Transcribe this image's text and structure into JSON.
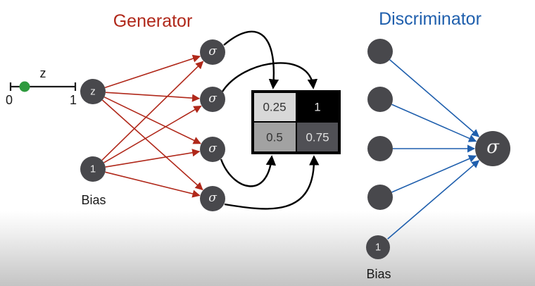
{
  "colors": {
    "generator": "#b0281a",
    "discriminator": "#1f5fad",
    "node": "#48484c",
    "latent_dot": "#2e9a3e",
    "curve": "#000000"
  },
  "generator": {
    "title": "Generator",
    "latent": {
      "variable_label": "z",
      "axis_min_label": "0",
      "axis_max_label": "1",
      "value": 0.25
    },
    "inputs": [
      {
        "label": "z"
      },
      {
        "label": "1",
        "caption": "Bias"
      }
    ],
    "hidden": [
      {
        "label": "σ"
      },
      {
        "label": "σ"
      },
      {
        "label": "σ"
      },
      {
        "label": "σ"
      }
    ]
  },
  "image_grid": {
    "cells": [
      {
        "value": "0.25",
        "fill": "#d8d8d8",
        "text_color": "#333333"
      },
      {
        "value": "1",
        "fill": "#000000",
        "text_color": "#e0e0e0"
      },
      {
        "value": "0.5",
        "fill": "#a2a2a2",
        "text_color": "#333333"
      },
      {
        "value": "0.75",
        "fill": "#505055",
        "text_color": "#e0e0e0"
      }
    ]
  },
  "discriminator": {
    "title": "Discriminator",
    "inputs": [
      {
        "label": ""
      },
      {
        "label": ""
      },
      {
        "label": ""
      },
      {
        "label": ""
      },
      {
        "label": "1",
        "caption": "Bias"
      }
    ],
    "output": {
      "label": "σ"
    }
  }
}
